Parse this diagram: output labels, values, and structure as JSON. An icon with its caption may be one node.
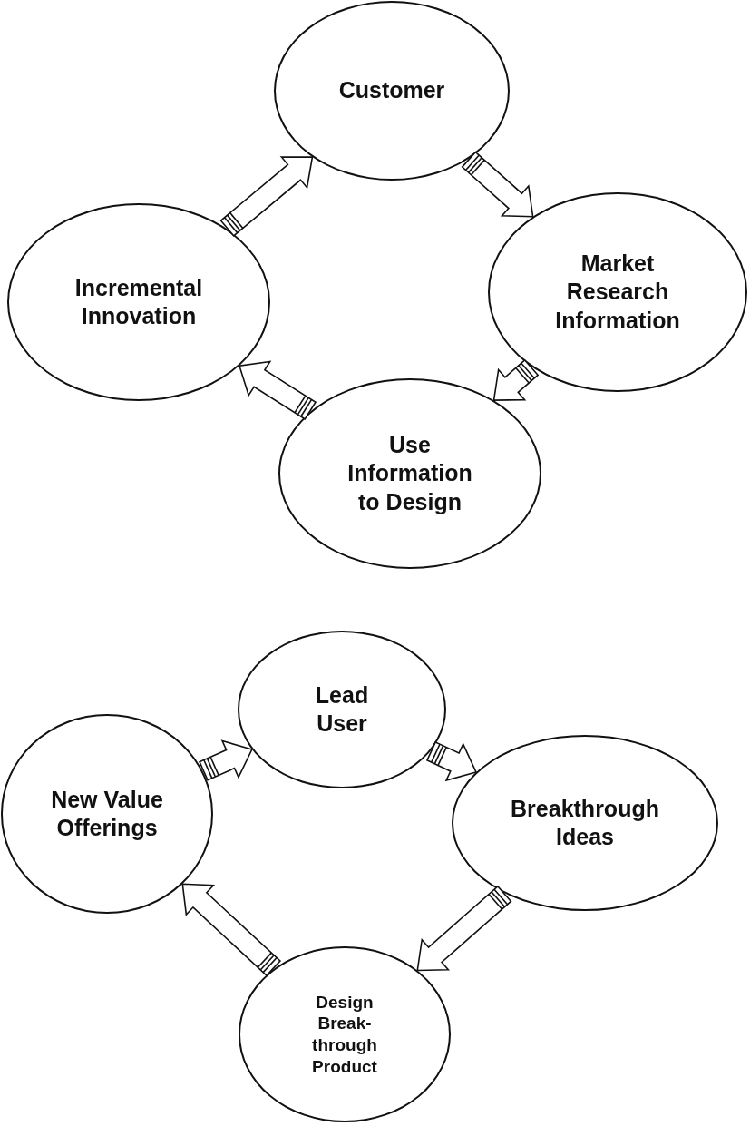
{
  "diagram": {
    "nodes": [
      {
        "text": [
          "Customer"
        ]
      },
      {
        "text": [
          "Market Research Information"
        ]
      },
      {
        "text": [
          "Use Information to Design"
        ]
      },
      {
        "text": [
          "Incremental Innovation"
        ]
      },
      {
        "text": [
          "Lead User"
        ]
      },
      {
        "text": [
          "Breakthrough Ideas"
        ]
      },
      {
        "text": [
          "Design Break-through Product"
        ]
      },
      {
        "text": [
          "New Value Offerings"
        ]
      }
    ],
    "edges": [
      {
        "from": 3,
        "to": 0,
        "arrow": "to"
      },
      {
        "from": 0,
        "to": 1,
        "arrow": "to"
      },
      {
        "from": 1,
        "to": 2,
        "arrow": "to"
      },
      {
        "from": 2,
        "to": 3,
        "arrow": "to"
      },
      {
        "from": 7,
        "to": 4,
        "arrow": "to"
      },
      {
        "from": 4,
        "to": 5,
        "arrow": "to"
      },
      {
        "from": 5,
        "to": 6,
        "arrow": "to"
      },
      {
        "from": 6,
        "to": 7,
        "arrow": "to"
      }
    ]
  }
}
